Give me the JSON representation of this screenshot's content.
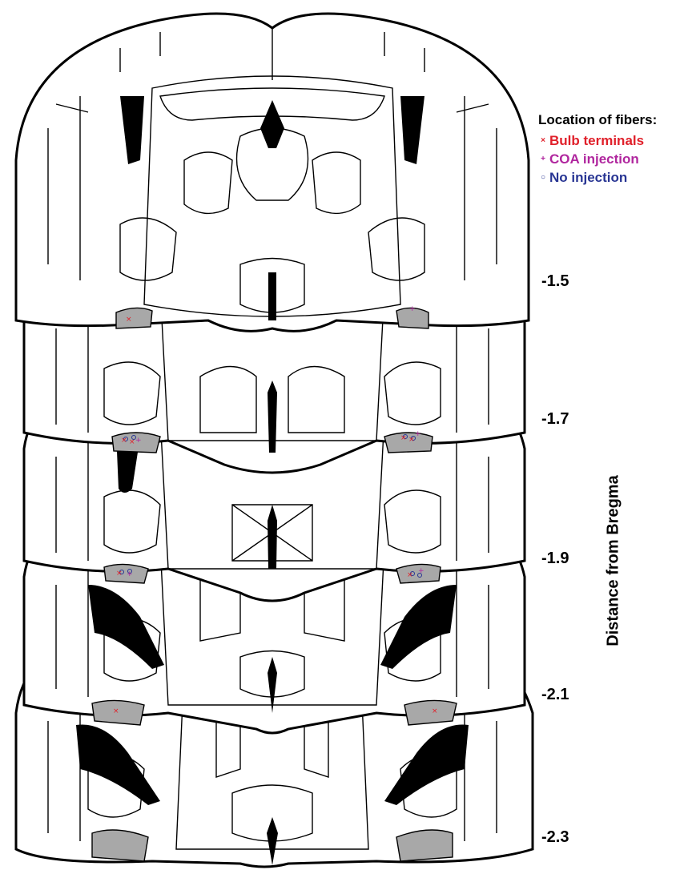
{
  "legend": {
    "title": "Location of fibers:",
    "items": [
      {
        "symbol": "×",
        "label": "Bulb terminals",
        "color": "#e0202a"
      },
      {
        "symbol": "+",
        "label": "COA injection",
        "color": "#b0269e"
      },
      {
        "symbol": "○",
        "label": "No injection",
        "color": "#283593"
      }
    ]
  },
  "levels": [
    "-1.5",
    "-1.7",
    "-1.9",
    "-2.1",
    "-2.3"
  ],
  "axis_label": "Distance from Bregma",
  "colors": {
    "outline": "#000000",
    "fill": "#ffffff",
    "region": "#a8a8a8",
    "ventricle": "#000000"
  }
}
